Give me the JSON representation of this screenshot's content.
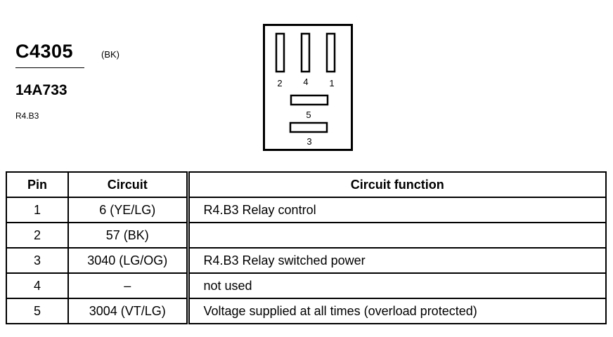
{
  "connector": {
    "id": "C4305",
    "color": "(BK)",
    "part_number": "14A733",
    "location": "R4.B3"
  },
  "face_view": {
    "pin_labels": {
      "p2": "2",
      "p4": "4",
      "p1": "1",
      "p5": "5",
      "p3": "3"
    }
  },
  "table": {
    "headers": {
      "pin": "Pin",
      "circuit": "Circuit",
      "function": "Circuit function"
    },
    "rows": [
      {
        "pin": "1",
        "circuit": "6 (YE/LG)",
        "function": "R4.B3 Relay control"
      },
      {
        "pin": "2",
        "circuit": "57 (BK)",
        "function": ""
      },
      {
        "pin": "3",
        "circuit": "3040 (LG/OG)",
        "function": "R4.B3 Relay switched power"
      },
      {
        "pin": "4",
        "circuit": "–",
        "function": "not used"
      },
      {
        "pin": "5",
        "circuit": "3004 (VT/LG)",
        "function": "Voltage supplied at all times (overload protected)"
      }
    ]
  }
}
